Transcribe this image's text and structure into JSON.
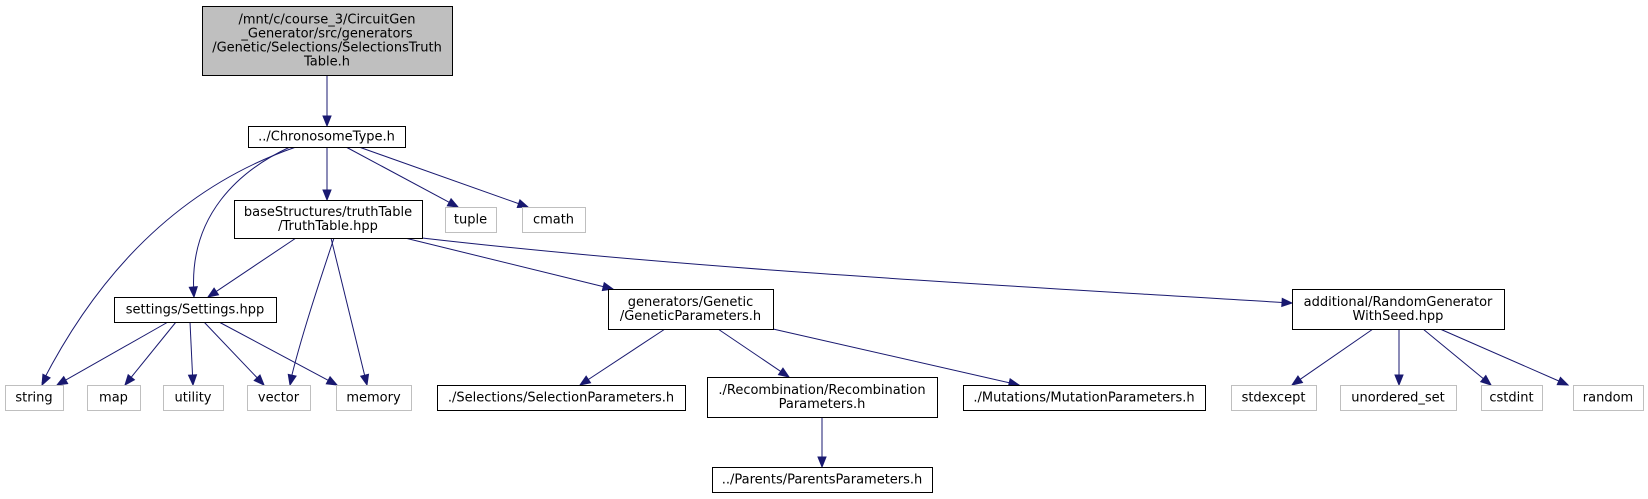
{
  "graph": {
    "colors": {
      "edge": "#191970",
      "root_fill": "#bfbfbf",
      "local_border": "#000000",
      "system_border": "#bfbfbf"
    },
    "nodes": [
      {
        "id": "selections_truth_table",
        "kind": "root",
        "lines": [
          "/mnt/c/course_3/CircuitGen",
          "_Generator/src/generators",
          "/Genetic/Selections/SelectionsTruth",
          "Table.h"
        ]
      },
      {
        "id": "chronosome_type",
        "kind": "local",
        "lines": [
          "../ChronosomeType.h"
        ]
      },
      {
        "id": "truth_table",
        "kind": "local",
        "lines": [
          "baseStructures/truthTable",
          "/TruthTable.hpp"
        ]
      },
      {
        "id": "tuple",
        "kind": "system",
        "lines": [
          "tuple"
        ]
      },
      {
        "id": "cmath",
        "kind": "system",
        "lines": [
          "cmath"
        ]
      },
      {
        "id": "settings",
        "kind": "local",
        "lines": [
          "settings/Settings.hpp"
        ]
      },
      {
        "id": "genetic_parameters",
        "kind": "local",
        "lines": [
          "generators/Genetic",
          "/GeneticParameters.h"
        ]
      },
      {
        "id": "random_generator",
        "kind": "local",
        "lines": [
          "additional/RandomGenerator",
          "WithSeed.hpp"
        ]
      },
      {
        "id": "string",
        "kind": "system",
        "lines": [
          "string"
        ]
      },
      {
        "id": "map",
        "kind": "system",
        "lines": [
          "map"
        ]
      },
      {
        "id": "utility",
        "kind": "system",
        "lines": [
          "utility"
        ]
      },
      {
        "id": "vector",
        "kind": "system",
        "lines": [
          "vector"
        ]
      },
      {
        "id": "memory",
        "kind": "system",
        "lines": [
          "memory"
        ]
      },
      {
        "id": "selection_parameters",
        "kind": "local",
        "lines": [
          "./Selections/SelectionParameters.h"
        ]
      },
      {
        "id": "recombination_parameters",
        "kind": "local",
        "lines": [
          "./Recombination/Recombination",
          "Parameters.h"
        ]
      },
      {
        "id": "mutation_parameters",
        "kind": "local",
        "lines": [
          "./Mutations/MutationParameters.h"
        ]
      },
      {
        "id": "stdexcept",
        "kind": "system",
        "lines": [
          "stdexcept"
        ]
      },
      {
        "id": "unordered_set",
        "kind": "system",
        "lines": [
          "unordered_set"
        ]
      },
      {
        "id": "cstdint",
        "kind": "system",
        "lines": [
          "cstdint"
        ]
      },
      {
        "id": "random",
        "kind": "system",
        "lines": [
          "random"
        ]
      },
      {
        "id": "parents_parameters",
        "kind": "local",
        "lines": [
          "../Parents/ParentsParameters.h"
        ]
      }
    ],
    "edges": [
      {
        "from": "selections_truth_table",
        "to": "chronosome_type"
      },
      {
        "from": "chronosome_type",
        "to": "truth_table"
      },
      {
        "from": "chronosome_type",
        "to": "tuple"
      },
      {
        "from": "chronosome_type",
        "to": "cmath"
      },
      {
        "from": "chronosome_type",
        "to": "settings"
      },
      {
        "from": "chronosome_type",
        "to": "string"
      },
      {
        "from": "truth_table",
        "to": "settings"
      },
      {
        "from": "truth_table",
        "to": "vector"
      },
      {
        "from": "truth_table",
        "to": "memory"
      },
      {
        "from": "truth_table",
        "to": "genetic_parameters"
      },
      {
        "from": "truth_table",
        "to": "random_generator"
      },
      {
        "from": "settings",
        "to": "string"
      },
      {
        "from": "settings",
        "to": "map"
      },
      {
        "from": "settings",
        "to": "utility"
      },
      {
        "from": "settings",
        "to": "vector"
      },
      {
        "from": "settings",
        "to": "memory"
      },
      {
        "from": "genetic_parameters",
        "to": "selection_parameters"
      },
      {
        "from": "genetic_parameters",
        "to": "recombination_parameters"
      },
      {
        "from": "genetic_parameters",
        "to": "mutation_parameters"
      },
      {
        "from": "recombination_parameters",
        "to": "parents_parameters"
      },
      {
        "from": "random_generator",
        "to": "stdexcept"
      },
      {
        "from": "random_generator",
        "to": "unordered_set"
      },
      {
        "from": "random_generator",
        "to": "cstdint"
      },
      {
        "from": "random_generator",
        "to": "random"
      }
    ]
  }
}
